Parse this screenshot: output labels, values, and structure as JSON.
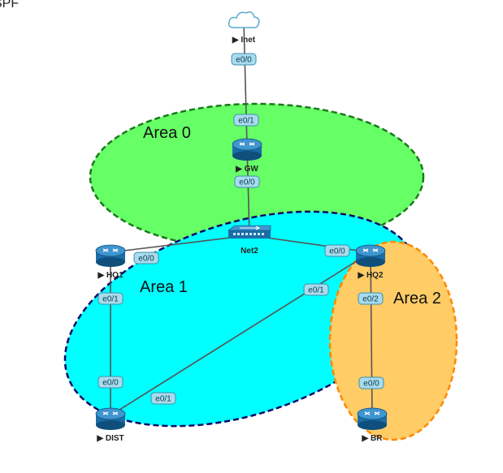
{
  "title": "SPF",
  "areas": [
    {
      "id": "area0",
      "label": "Area 0",
      "fill": "#66ff66",
      "stroke": "#1a7a1a"
    },
    {
      "id": "area1",
      "label": "Area 1",
      "fill": "#00ffff",
      "stroke": "#0a0a6a"
    },
    {
      "id": "area2",
      "label": "Area 2",
      "fill": "#ffcc66",
      "stroke": "#ff8800"
    }
  ],
  "nodes": [
    {
      "id": "inet",
      "label": "Inet",
      "kind": "cloud"
    },
    {
      "id": "gw",
      "label": "GW",
      "kind": "router"
    },
    {
      "id": "net2",
      "label": "Net2",
      "kind": "switch"
    },
    {
      "id": "hq1",
      "label": "HQ1",
      "kind": "router"
    },
    {
      "id": "hq2",
      "label": "HQ2",
      "kind": "router"
    },
    {
      "id": "dist",
      "label": "DIST",
      "kind": "router"
    },
    {
      "id": "br",
      "label": "BR",
      "kind": "router"
    }
  ],
  "links": [
    {
      "from": "inet",
      "to": "gw",
      "from_if": "e0/0",
      "to_if": "e0/1"
    },
    {
      "from": "gw",
      "to": "net2",
      "from_if": "e0/0",
      "to_if": ""
    },
    {
      "from": "hq1",
      "to": "net2",
      "from_if": "e0/0",
      "to_if": ""
    },
    {
      "from": "hq2",
      "to": "net2",
      "from_if": "e0/0",
      "to_if": ""
    },
    {
      "from": "hq1",
      "to": "dist",
      "from_if": "e0/1",
      "to_if": "e0/0"
    },
    {
      "from": "hq2",
      "to": "dist",
      "from_if": "e0/1",
      "to_if": "e0/1"
    },
    {
      "from": "hq2",
      "to": "br",
      "from_if": "e0/2",
      "to_if": "e0/0"
    }
  ],
  "colors": {
    "link": "#555555",
    "iface_fill": "#a8dcec",
    "iface_stroke": "#3d8fb0",
    "router_fill": "#1b6ea8",
    "router_top": "#3f95cf"
  }
}
